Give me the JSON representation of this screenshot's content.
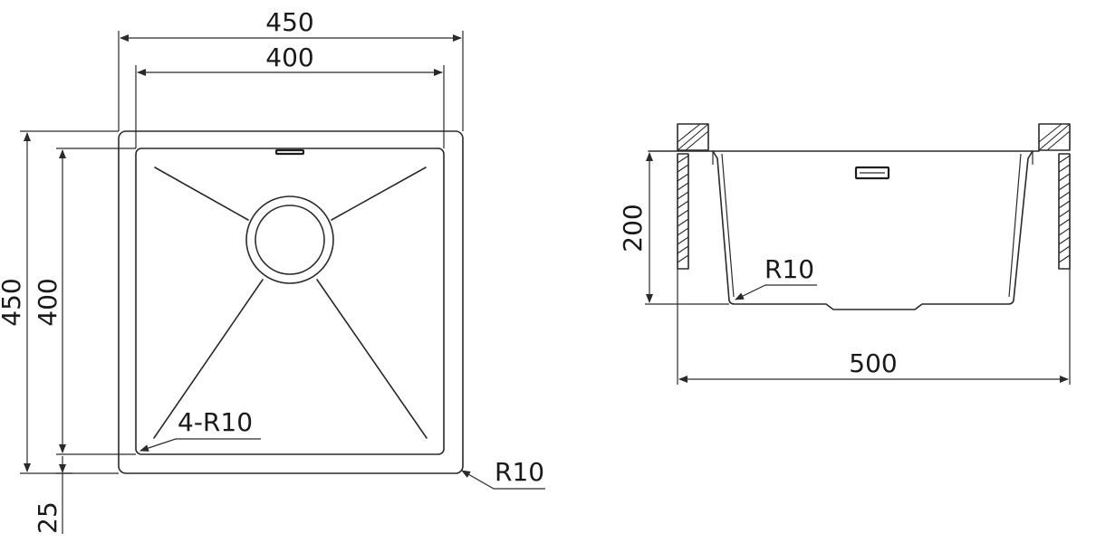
{
  "top_view": {
    "outer_width": "450",
    "inner_width": "400",
    "outer_height": "450",
    "inner_height": "400",
    "flange": "25",
    "inner_corner_radius": "4-R10",
    "outer_corner_radius": "R10"
  },
  "section_view": {
    "depth": "200",
    "bottom_radius": "R10",
    "overall_width": "500"
  }
}
